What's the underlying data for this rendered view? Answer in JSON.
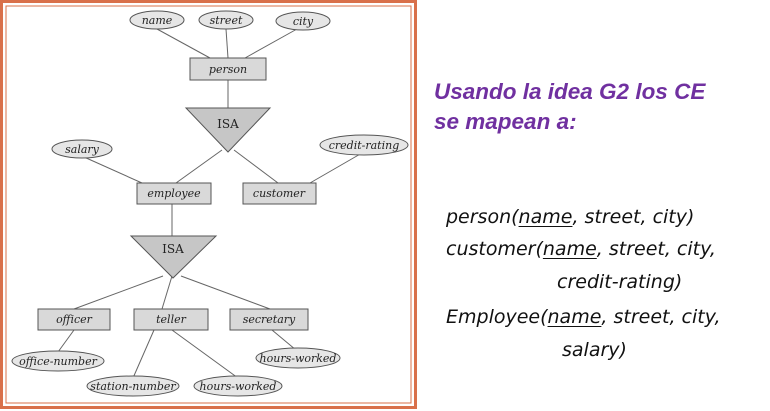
{
  "diagram": {
    "attributes": {
      "name": "name",
      "street": "street",
      "city": "city",
      "salary": "salary",
      "credit_rating": "credit-rating",
      "office_number": "office-number",
      "hours_worked_secretary": "hours-worked",
      "station_number": "station-number",
      "hours_worked_teller": "hours-worked"
    },
    "entities": {
      "person": "person",
      "employee": "employee",
      "customer": "customer",
      "officer": "officer",
      "teller": "teller",
      "secretary": "secretary"
    },
    "isa_top": "ISA",
    "isa_bottom": "ISA",
    "colors": {
      "border": "#d9704a",
      "box_fill": "#d9d9d9",
      "triangle_fill": "#c6c6c6"
    }
  },
  "heading": {
    "line1": "Usando la idea G2 los CE",
    "line2": "se mapean a:",
    "color": "#7030A0"
  },
  "relations": {
    "person": {
      "name": "person(",
      "key": "name",
      "rest": ", street, city)"
    },
    "customer": {
      "name": "customer(",
      "key": "name",
      "rest": ",  street, city,",
      "cont": "credit-rating)"
    },
    "employee": {
      "name": "Employee(",
      "key": "name",
      "rest": ", street, city,",
      "cont": "salary)"
    }
  }
}
